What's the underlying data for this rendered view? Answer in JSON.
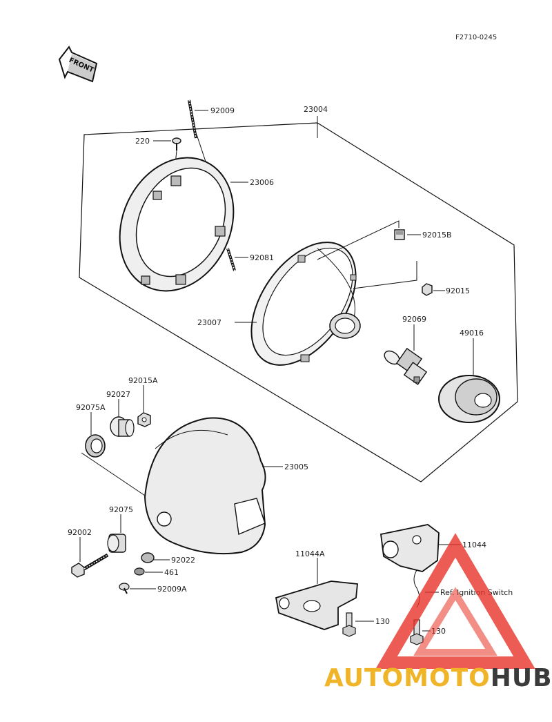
{
  "diagram_code": "F2710-0245",
  "front_label": "FRONT",
  "labels": {
    "p23004": "23004",
    "p92009": "92009",
    "p220": "220",
    "p23006": "23006",
    "p92081": "92081",
    "p92015B": "92015B",
    "p92015": "92015",
    "p23007": "23007",
    "p92069": "92069",
    "p49016": "49016",
    "p92015A": "92015A",
    "p92027": "92027",
    "p92075A": "92075A",
    "p23005": "23005",
    "p92075": "92075",
    "p92002": "92002",
    "p92022": "92022",
    "p461": "461",
    "p92009A": "92009A",
    "p11044A": "11044A",
    "p11044": "11044",
    "ref_ignition": "Ref. Ignition Switch",
    "p130a": "130",
    "p130b": "130"
  },
  "watermark": {
    "part1": "AUTOMOTO",
    "part2": "HUB",
    "color_primary": "#e8342a",
    "color_secondary": "#f0b429",
    "color_dark": "#3a3a3a"
  }
}
